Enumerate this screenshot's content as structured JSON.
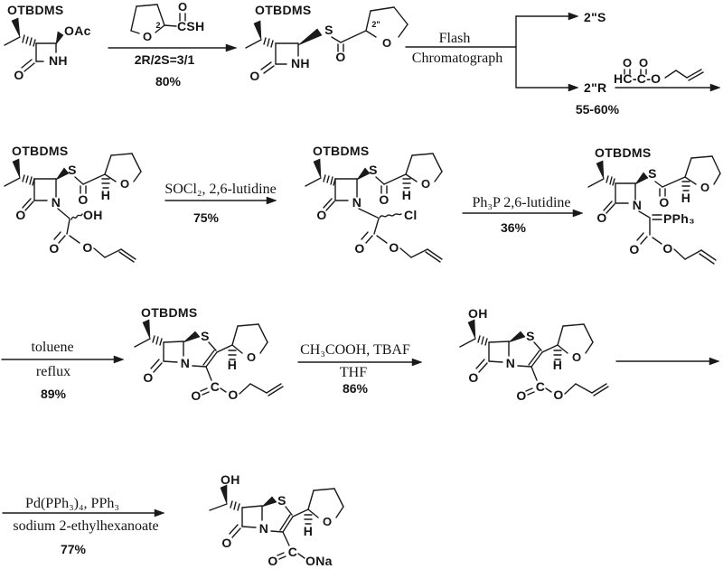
{
  "r1": {
    "s1": {
      "otbdms": "OTBDMS",
      "oac": "OAc",
      "nh": "NH",
      "o1": "O"
    },
    "rg1": {
      "n2": "2",
      "oring": "O",
      "ocarb": "O",
      "csh": "CSH"
    },
    "a1": {
      "t1": "2R/2S=3/1",
      "t2": "80%"
    },
    "s2": {
      "otbdms": "OTBDMS",
      "s": "S",
      "nh": "NH",
      "o1": "O",
      "o2": "O",
      "oring": "O",
      "n2": "2\""
    },
    "a2": {
      "t1": "Flash",
      "t2": "Chromatograph"
    },
    "br": {
      "s": "2\"S",
      "r": "2\"R",
      "y": "55-60%"
    },
    "rg2": {
      "o1": "O",
      "o2": "O",
      "hcco": "HC-C-O"
    }
  },
  "r2": {
    "s3": {
      "otbdms": "OTBDMS",
      "s": "S",
      "n": "N",
      "o1": "O",
      "o2": "O",
      "h": "H",
      "oring": "O",
      "oh": "OH",
      "o3": "O",
      "o4": "O"
    },
    "a3": {
      "t1": "SOCl₂, 2,6-lutidine",
      "t2": "75%"
    },
    "s4": {
      "otbdms": "OTBDMS",
      "s": "S",
      "n": "N",
      "o1": "O",
      "o2": "O",
      "h": "H",
      "oring": "O",
      "cl": "Cl",
      "o3": "O",
      "o4": "O"
    },
    "a4": {
      "t1": "Ph₃P  2,6-lutidine",
      "t2": "36%"
    },
    "s5": {
      "otbdms": "OTBDMS",
      "s": "S",
      "n": "N",
      "o1": "O",
      "o2": "O",
      "h": "H",
      "oring": "O",
      "pph3": "PPh₃",
      "o3": "O",
      "o4": "O"
    }
  },
  "r3": {
    "a5": {
      "t1": "toluene",
      "t2": "reflux",
      "t3": "89%"
    },
    "s6": {
      "otbdms": "OTBDMS",
      "s": "S",
      "n": "N",
      "o1": "O",
      "h": "H",
      "oring": "O",
      "c": "C",
      "o3": "O",
      "o4": "O"
    },
    "a6": {
      "t1": "CH₃COOH, TBAF",
      "t2": "THF",
      "t3": "86%"
    },
    "s7": {
      "oh": "OH",
      "s": "S",
      "n": "N",
      "o1": "O",
      "h": "H",
      "oring": "O",
      "c": "C",
      "o3": "O",
      "o4": "O"
    }
  },
  "r4": {
    "a8": {
      "t1": "Pd(PPh₃)₄, PPh₃",
      "t2": "sodium 2-ethylhexanoate",
      "t3": "77%"
    },
    "s8": {
      "oh": "OH",
      "s": "S",
      "n": "N",
      "o1": "O",
      "h": "H",
      "oring": "O",
      "c": "C",
      "o3": "O",
      "ona": "ONa"
    }
  }
}
